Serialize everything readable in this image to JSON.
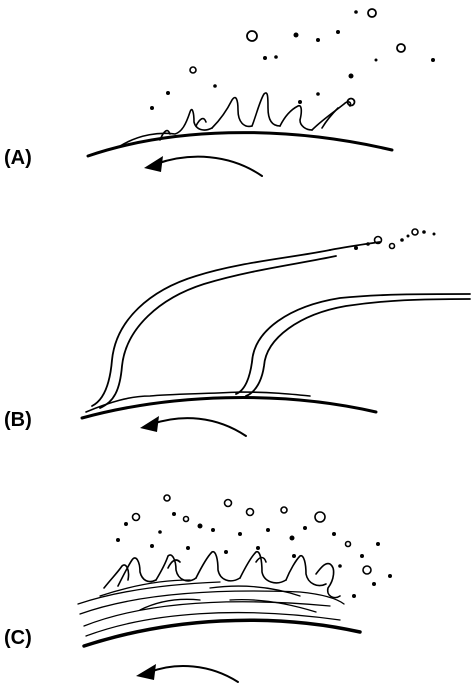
{
  "panels": [
    {
      "id": "A",
      "label": "(A)"
    },
    {
      "id": "B",
      "label": "(B)"
    },
    {
      "id": "C",
      "label": "(C)"
    }
  ]
}
